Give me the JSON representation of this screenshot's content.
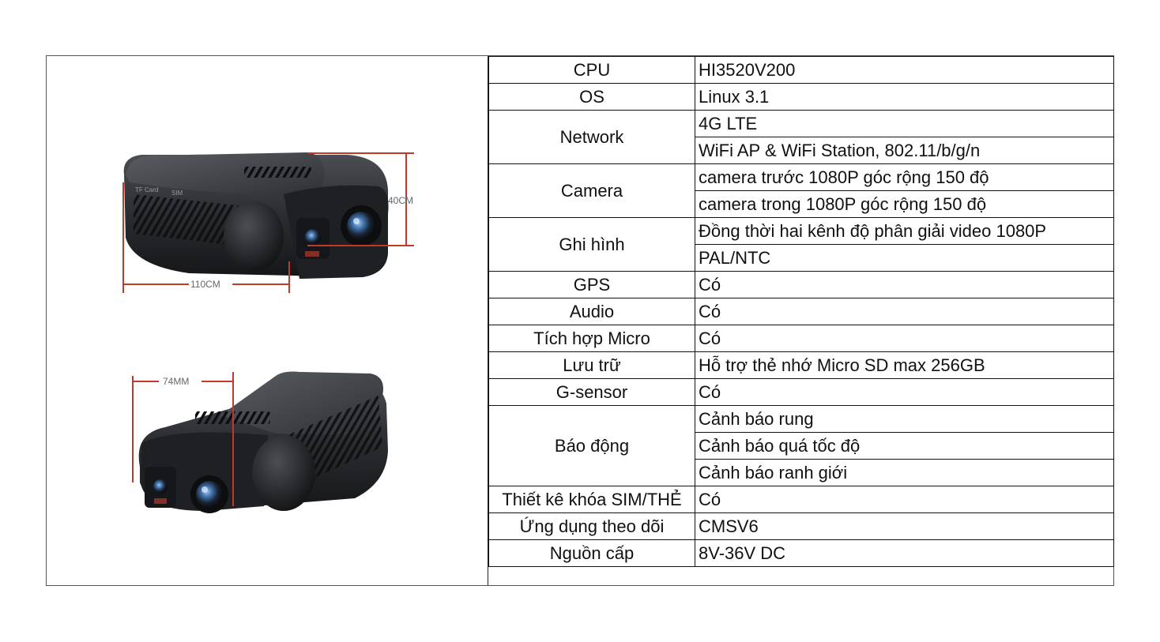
{
  "images": {
    "top": {
      "dim_height": "40CM",
      "dim_width": "110CM",
      "card_label": "TF Card",
      "sim_label": "SIM"
    },
    "bottom": {
      "dim_width": "74MM"
    }
  },
  "specs": [
    {
      "label": "CPU",
      "values": [
        "HI3520V200"
      ]
    },
    {
      "label": "OS",
      "values": [
        "Linux 3.1"
      ]
    },
    {
      "label": "Network",
      "values": [
        "4G LTE",
        "WiFi AP & WiFi Station, 802.11/b/g/n"
      ]
    },
    {
      "label": "Camera",
      "values": [
        "camera trước 1080P góc rộng 150 độ",
        "camera trong 1080P góc rộng 150 độ"
      ]
    },
    {
      "label": "Ghi hình",
      "values": [
        "Đồng thời hai kênh độ phân giải video 1080P",
        "PAL/NTC"
      ]
    },
    {
      "label": "GPS",
      "values": [
        "Có"
      ]
    },
    {
      "label": "Audio",
      "values": [
        "Có"
      ]
    },
    {
      "label": "Tích hợp Micro",
      "values": [
        "Có"
      ]
    },
    {
      "label": "Lưu trữ",
      "values": [
        "Hỗ trợ thẻ nhớ Micro SD max 256GB"
      ]
    },
    {
      "label": "G-sensor",
      "values": [
        "Có"
      ]
    },
    {
      "label": "Báo động",
      "values": [
        "Cảnh báo rung",
        "Cảnh báo quá tốc độ",
        "Cảnh báo ranh giới"
      ]
    },
    {
      "label": "Thiết kê khóa SIM/THẺ",
      "values": [
        "Có"
      ]
    },
    {
      "label": "Ứng dụng theo dõi",
      "values": [
        "CMSV6"
      ]
    },
    {
      "label": "Nguồn cấp",
      "values": [
        "8V-36V DC"
      ]
    }
  ]
}
